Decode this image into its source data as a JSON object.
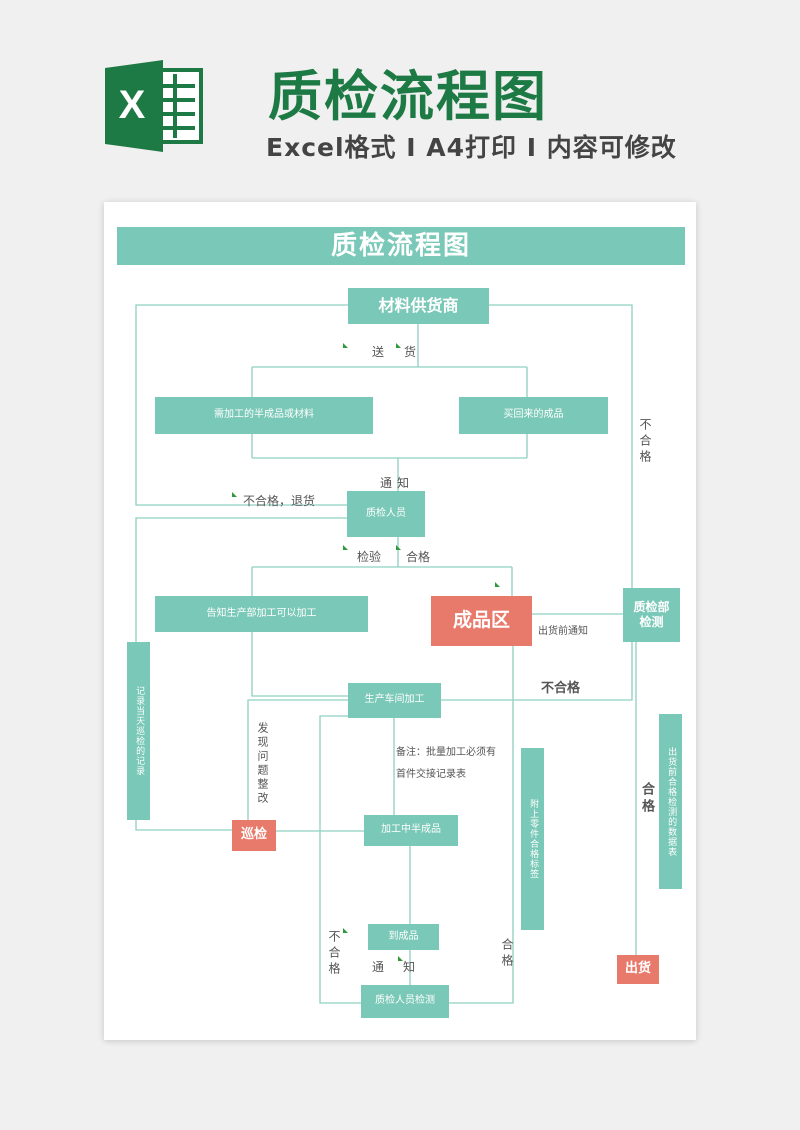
{
  "header": {
    "logo_letter": "X",
    "title": "质检流程图",
    "subtitle": "Excel格式 Ⅰ A4打印 Ⅰ 内容可修改"
  },
  "doc": {
    "banner_title": "质检流程图",
    "nodes": {
      "supplier": "材料供货商",
      "semi_material": "需加工的半成品或材料",
      "bought_finished": "买回来的成品",
      "inspector": "质检人员",
      "notify_production": "告知生产部加工可以加工",
      "finished_zone": "成品区",
      "qc_dept": "质检部检测",
      "workshop": "生产车间加工",
      "daily_record": "记录当天巡检的记录",
      "patrol": "巡检",
      "semi_processing": "加工中半成品",
      "attach_label": "附上零件合格标签",
      "shipment_report": "出货前合格检测的数据表",
      "to_finished": "到成品",
      "inspector_check": "质检人员检测",
      "shipment": "出货"
    },
    "labels": {
      "send": "送",
      "goods": "货",
      "reject_return": "不合格，退货",
      "notify_1": "通",
      "notify_2": "知",
      "inspect": "检验",
      "pass": "合格",
      "reject_vertical": "不合格",
      "pre_ship_notice": "出货前通知",
      "reject_mid": "不合格",
      "find_fix": "发现问题整改",
      "note_line1": "备注：批量加工必须有",
      "note_line2": "首件交接记录表",
      "pass_right": "合格",
      "pass_bottom": "合格",
      "reject_bottom": "不合格",
      "notify_3": "通",
      "notify_4": "知"
    },
    "colors": {
      "teal": "#7ac8b7",
      "coral": "#e87a6c",
      "brand_green": "#1e7a45"
    }
  }
}
